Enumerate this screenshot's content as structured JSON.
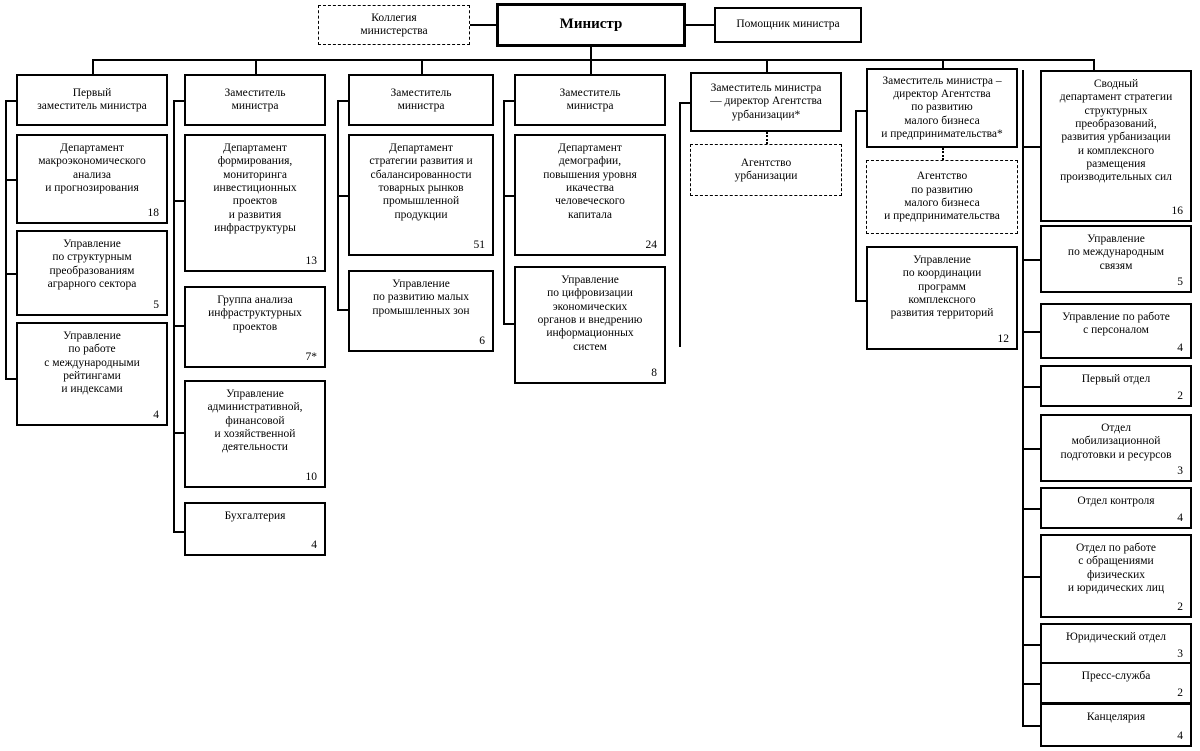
{
  "diagram": {
    "title": "Структура министерства",
    "type": "org-chart",
    "line_color": "#000000",
    "background": "#ffffff"
  },
  "top": {
    "collegium": {
      "title": "Коллегия\nминистерства",
      "style": "dashed"
    },
    "minister": {
      "title": "Министр",
      "style": "bold"
    },
    "assistant": {
      "title": "Помощник министра",
      "style": "solid"
    }
  },
  "columns": [
    {
      "id": "col1",
      "head": {
        "title": "Первый\nзаместитель министра"
      },
      "items": [
        {
          "title": "Департамент\nмакроэкономического\nанализа\nи прогнозирования",
          "count": "18"
        },
        {
          "title": "Управление\nпо структурным\nпреобразованиям\nаграрного сектора",
          "count": "5"
        },
        {
          "title": "Управление\nпо работе\nс международными\nрейтингами\nи индексами",
          "count": "4"
        }
      ]
    },
    {
      "id": "col2",
      "head": {
        "title": "Заместитель\nминистра"
      },
      "items": [
        {
          "title": "Департамент\nформирования,\nмониторинга\nинвестиционных\nпроектов\nи развития\nинфраструктуры",
          "count": "13"
        },
        {
          "title": "Группа анализа\nинфраструктурных\nпроектов",
          "count": "7*"
        },
        {
          "title": "Управление\nадминистративной,\nфинансовой\nи хозяйственной\nдеятельности",
          "count": "10"
        },
        {
          "title": "Бухгалтерия",
          "count": "4"
        }
      ]
    },
    {
      "id": "col3",
      "head": {
        "title": "Заместитель\nминистра"
      },
      "items": [
        {
          "title": "Департамент\nстратегии развития и\nсбалансированности\nтоварных рынков\nпромышленной\nпродукции",
          "count": "51"
        },
        {
          "title": "Управление\nпо развитию малых\nпромышленных зон",
          "count": "6"
        }
      ]
    },
    {
      "id": "col4",
      "head": {
        "title": "Заместитель\nминистра"
      },
      "items": [
        {
          "title": "Департамент\nдемографии,\nповышения уровня\nикачества\nчеловеческого\nкапитала",
          "count": "24"
        },
        {
          "title": "Управление\nпо цифровизации\nэкономических\nорганов и внедрению\nинформационных\nсистем",
          "count": "8"
        }
      ]
    },
    {
      "id": "col5",
      "head": {
        "title": "Заместитель министра\n— директор Агентства\nурбанизации*"
      },
      "items": [
        {
          "title": "Агентство\nурбанизации",
          "count": "",
          "style": "dashed"
        }
      ]
    },
    {
      "id": "col6",
      "head": {
        "title": "Заместитель министра –\nдиректор Агентства\nпо развитию\nмалого бизнеса\nи предпринимательства*"
      },
      "items": [
        {
          "title": "Агентство\nпо развитию\nмалого бизнеса\nи предпринимательства",
          "count": "",
          "style": "dashed"
        },
        {
          "title": "Управление\nпо координации\nпрограмм\nкомплексного\nразвития территорий",
          "count": "12"
        }
      ]
    },
    {
      "id": "col7",
      "head": null,
      "items": [
        {
          "title": "Сводный\nдепартамент стратегии\nструктурных\nпреобразований,\nразвития урбанизации\nи комплексного\nразмещения\nпроизводительных сил",
          "count": "16"
        },
        {
          "title": "Управление\nпо международным\nсвязям",
          "count": "5"
        },
        {
          "title": "Управление по работе\nс персоналом",
          "count": "4"
        },
        {
          "title": "Первый отдел",
          "count": "2"
        },
        {
          "title": "Отдел\nмобилизационной\nподготовки и ресурсов",
          "count": "3"
        },
        {
          "title": "Отдел контроля",
          "count": "4"
        },
        {
          "title": "Отдел по работе\nс обращениями\nфизических\nи юридических лиц",
          "count": "2"
        },
        {
          "title": "Юридический отдел",
          "count": "3"
        },
        {
          "title": "Пресс-служба",
          "count": "2"
        },
        {
          "title": "Канцелярия",
          "count": "4"
        }
      ]
    }
  ]
}
